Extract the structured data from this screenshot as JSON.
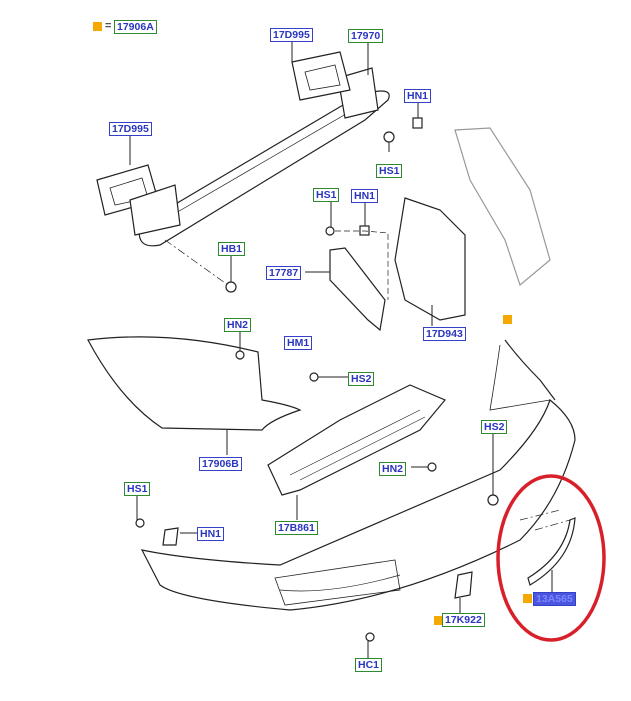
{
  "legend": {
    "symbol": "=",
    "part": "17906A"
  },
  "labels": {
    "p17D995_top": "17D995",
    "p17970": "17970",
    "hn1_top": "HN1",
    "p17D995_left": "17D995",
    "hs1_top": "HS1",
    "hs1_mid": "HS1",
    "hn1_mid": "HN1",
    "hb1": "HB1",
    "p17787": "17787",
    "hn2_left": "HN2",
    "hm1": "HM1",
    "hs2_left": "HS2",
    "p17D943": "17D943",
    "p17906B": "17906B",
    "hs2_right": "HS2",
    "hn2_right": "HN2",
    "hs1_bottom": "HS1",
    "hn1_bottom": "HN1",
    "p17B861": "17B861",
    "p13A565": "13A565",
    "p17K922": "17K922",
    "hc1": "HC1"
  },
  "colors": {
    "highlight_ring": "#d8202a",
    "marker": "#f5a900",
    "label_blue": "#3440c8",
    "label_green": "#2e8a2e"
  }
}
